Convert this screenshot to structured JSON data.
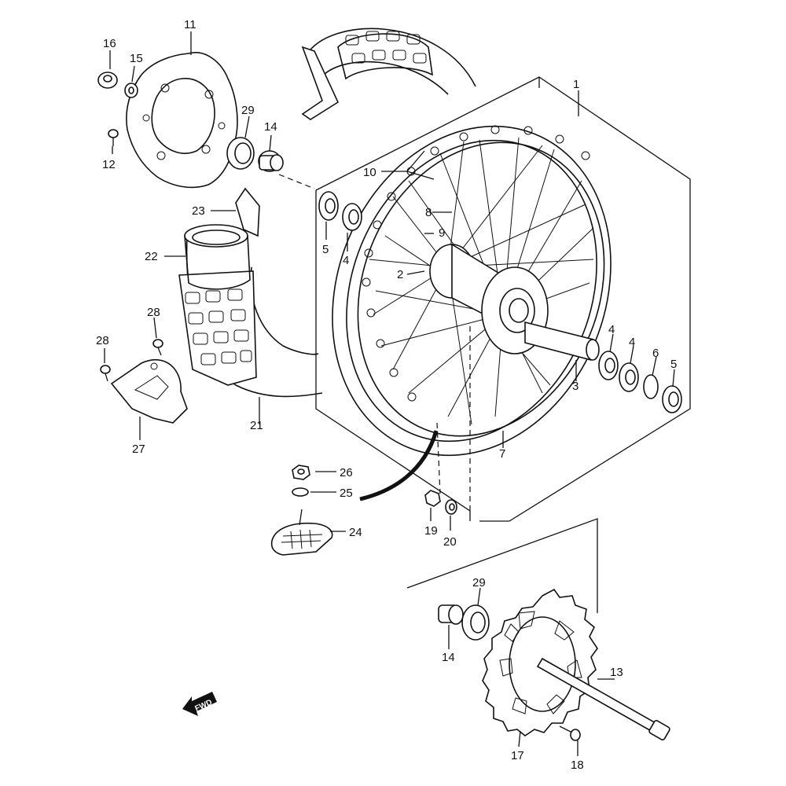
{
  "diagram": {
    "direction_badge": "FWD",
    "callouts": [
      {
        "id": "1",
        "text": "1"
      },
      {
        "id": "2",
        "text": "2"
      },
      {
        "id": "3",
        "text": "3"
      },
      {
        "id": "4a",
        "text": "4"
      },
      {
        "id": "4b",
        "text": "4"
      },
      {
        "id": "4c",
        "text": "4"
      },
      {
        "id": "5a",
        "text": "5"
      },
      {
        "id": "5b",
        "text": "5"
      },
      {
        "id": "6",
        "text": "6"
      },
      {
        "id": "7",
        "text": "7"
      },
      {
        "id": "8",
        "text": "8"
      },
      {
        "id": "9",
        "text": "9"
      },
      {
        "id": "10",
        "text": "10"
      },
      {
        "id": "11",
        "text": "11"
      },
      {
        "id": "12",
        "text": "12"
      },
      {
        "id": "13",
        "text": "13"
      },
      {
        "id": "14a",
        "text": "14"
      },
      {
        "id": "14b",
        "text": "14"
      },
      {
        "id": "15",
        "text": "15"
      },
      {
        "id": "16",
        "text": "16"
      },
      {
        "id": "17",
        "text": "17"
      },
      {
        "id": "18",
        "text": "18"
      },
      {
        "id": "19",
        "text": "19"
      },
      {
        "id": "20",
        "text": "20"
      },
      {
        "id": "21",
        "text": "21"
      },
      {
        "id": "22",
        "text": "22"
      },
      {
        "id": "23",
        "text": "23"
      },
      {
        "id": "24",
        "text": "24"
      },
      {
        "id": "25",
        "text": "25"
      },
      {
        "id": "26",
        "text": "26"
      },
      {
        "id": "27",
        "text": "27"
      },
      {
        "id": "28a",
        "text": "28"
      },
      {
        "id": "28b",
        "text": "28"
      },
      {
        "id": "29a",
        "text": "29"
      },
      {
        "id": "29b",
        "text": "29"
      }
    ]
  }
}
